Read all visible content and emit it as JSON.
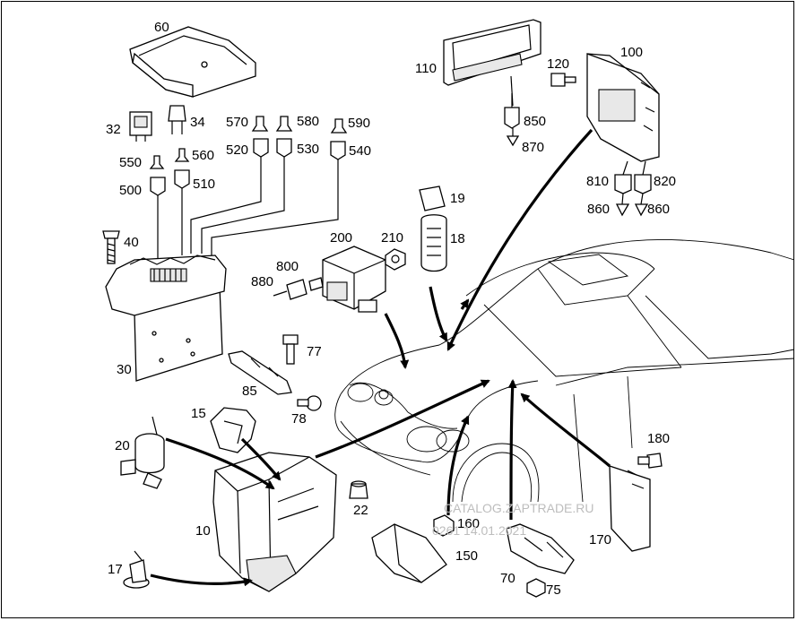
{
  "diagram": {
    "part_labels": [
      "60",
      "32",
      "34",
      "570",
      "580",
      "590",
      "520",
      "530",
      "540",
      "550",
      "560",
      "500",
      "510",
      "40",
      "30",
      "200",
      "210",
      "800",
      "880",
      "77",
      "85",
      "78",
      "15",
      "20",
      "10",
      "22",
      "17",
      "110",
      "120",
      "100",
      "850",
      "870",
      "810",
      "820",
      "860",
      "860",
      "19",
      "18",
      "180",
      "170",
      "160",
      "150",
      "70",
      "75"
    ],
    "watermark": [
      "CATALOG.ZAPTRADE.RU",
      "0261 14.01.2021"
    ]
  }
}
